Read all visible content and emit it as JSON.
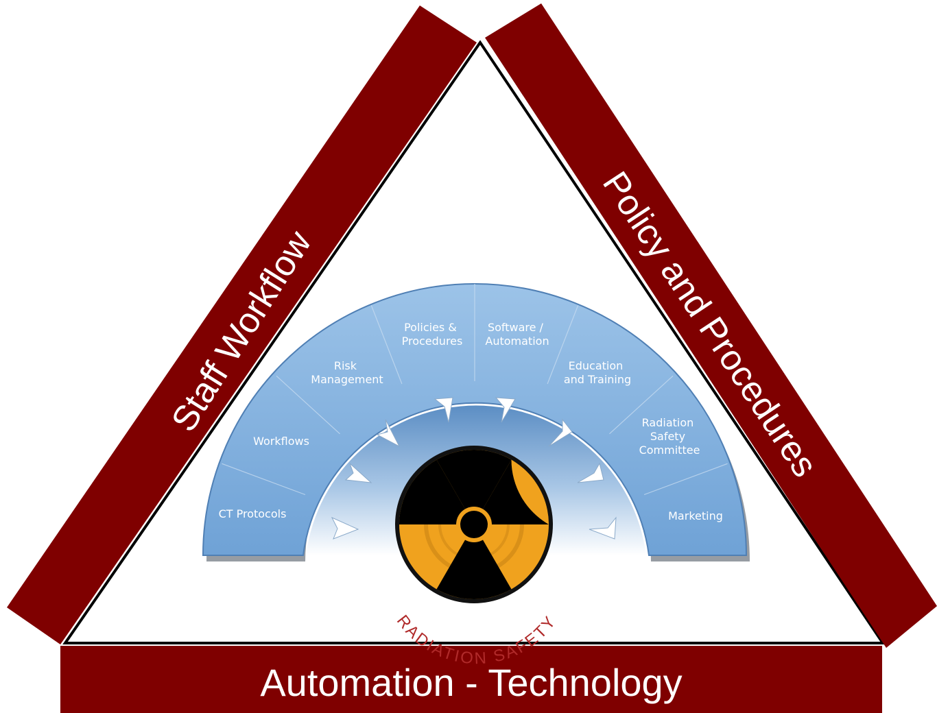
{
  "colors": {
    "band": "#7f0000",
    "arc_light": "#8db8e0",
    "arc_dark": "#5d8fc6",
    "hazard_yellow": "#f0a21e",
    "hazard_black": "#000000",
    "radiation_text": "#b02a2a"
  },
  "sides": {
    "left_label": "Staff Workflow",
    "right_label": "Policy and Procedures",
    "bottom_label": "Automation - Technology"
  },
  "arc_segments": [
    {
      "lines": [
        "CT Protocols"
      ]
    },
    {
      "lines": [
        "Workflows"
      ]
    },
    {
      "lines": [
        "Risk",
        "Management"
      ]
    },
    {
      "lines": [
        "Policies &",
        "Procedures"
      ]
    },
    {
      "lines": [
        "Software /",
        "Automation"
      ]
    },
    {
      "lines": [
        "Education",
        "and Training"
      ]
    },
    {
      "lines": [
        "Radiation",
        "Safety",
        "Committee"
      ]
    },
    {
      "lines": [
        "Marketing"
      ]
    }
  ],
  "emblem": {
    "icon": "radiation-trefoil-icon",
    "caption": "RADIATION SAFETY"
  }
}
